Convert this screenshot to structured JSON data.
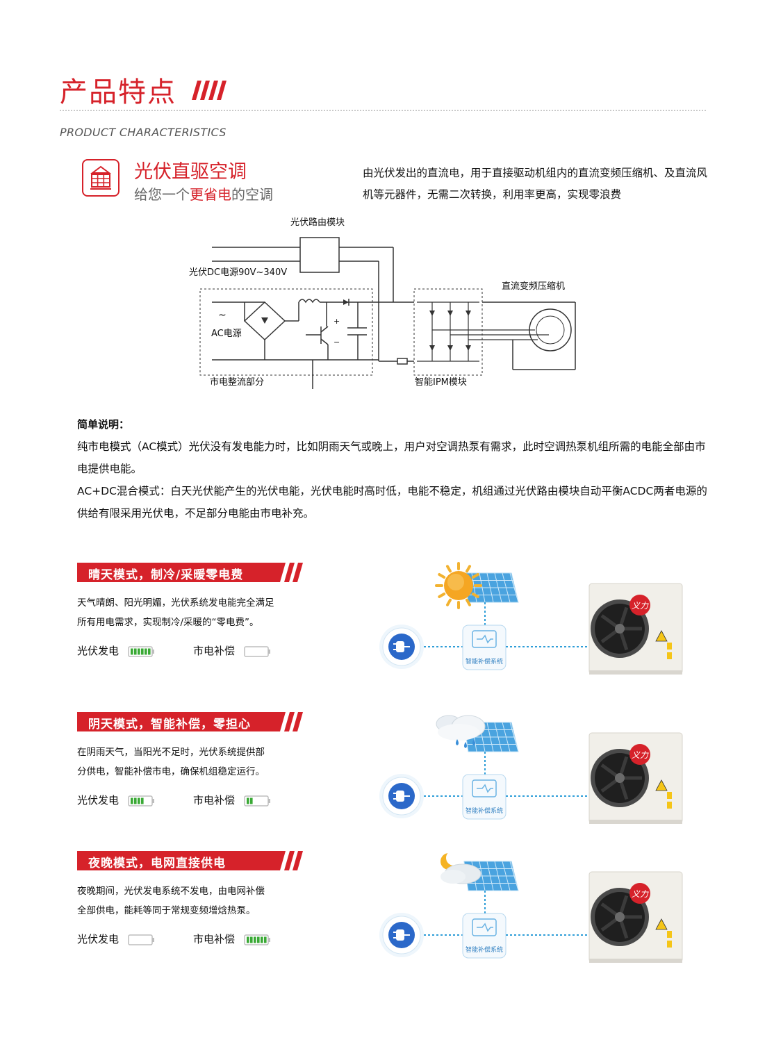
{
  "header": {
    "title": "产品特点",
    "subtitle": "PRODUCT CHARACTERISTICS"
  },
  "feature": {
    "icon": "solar-panel-icon",
    "title": "光伏直驱空调",
    "tagline_pre": "给您一个",
    "tagline_highlight": "更省电",
    "tagline_post": "的空调",
    "description": "由光伏发出的直流电，用于直接驱动机组内的直流变频压缩机、及直流风机等元器件，无需二次转换，利用率更高，实现零浪费"
  },
  "circuit": {
    "router_label": "光伏路由模块",
    "dc_label": "光伏DC电源90V~340V",
    "ac_label": "AC电源",
    "rectifier_label": "市电整流部分",
    "ipm_label": "智能IPM模块",
    "compressor_label": "直流变频压缩机"
  },
  "brief": {
    "heading": "简单说明：",
    "p1": "纯市电模式（AC模式）光伏没有发电能力时，比如阴雨天气或晚上，用户对空调热泵有需求，此时空调热泵机组所需的电能全部由市电提供电能。",
    "p2": "AC+DC混合模式：白天光伏能产生的光伏电能，光伏电能时高时低，电能不稳定，机组通过光伏路由模块自动平衡ACDC两者电源的供给有限采用光伏电，不足部分电能由市电补充。"
  },
  "labels": {
    "pv": "光伏发电",
    "grid": "市电补偿",
    "system": "智能补偿系统",
    "brand": "义力"
  },
  "modes": [
    {
      "title": "晴天模式，制冷/采暖零电费",
      "desc_line1": "天气晴朗、阳光明媚，光伏系统发电能完全满足",
      "desc_line2": "所有用电需求，实现制冷/采暖的“零电费”。",
      "pv_level": 1.0,
      "grid_level": 0.0,
      "weather_icon": "sun-icon"
    },
    {
      "title": "阴天模式，智能补偿，零担心",
      "desc_line1": "在阴雨天气，当阳光不足时，光伏系统提供部",
      "desc_line2": "分供电，智能补偿市电，确保机组稳定运行。",
      "pv_level": 0.6,
      "grid_level": 0.4,
      "weather_icon": "rain-cloud-icon"
    },
    {
      "title": "夜晚模式，电网直接供电",
      "desc_line1": "夜晚期间，光伏发电系统不发电，由电网补偿",
      "desc_line2": "全部供电，能耗等同于常规变频增焓热泵。",
      "pv_level": 0.0,
      "grid_level": 1.0,
      "weather_icon": "moon-cloud-icon"
    }
  ],
  "colors": {
    "brand_red": "#d6222a",
    "battery_green": "#3aa935",
    "link_blue": "#2f9ed8"
  }
}
